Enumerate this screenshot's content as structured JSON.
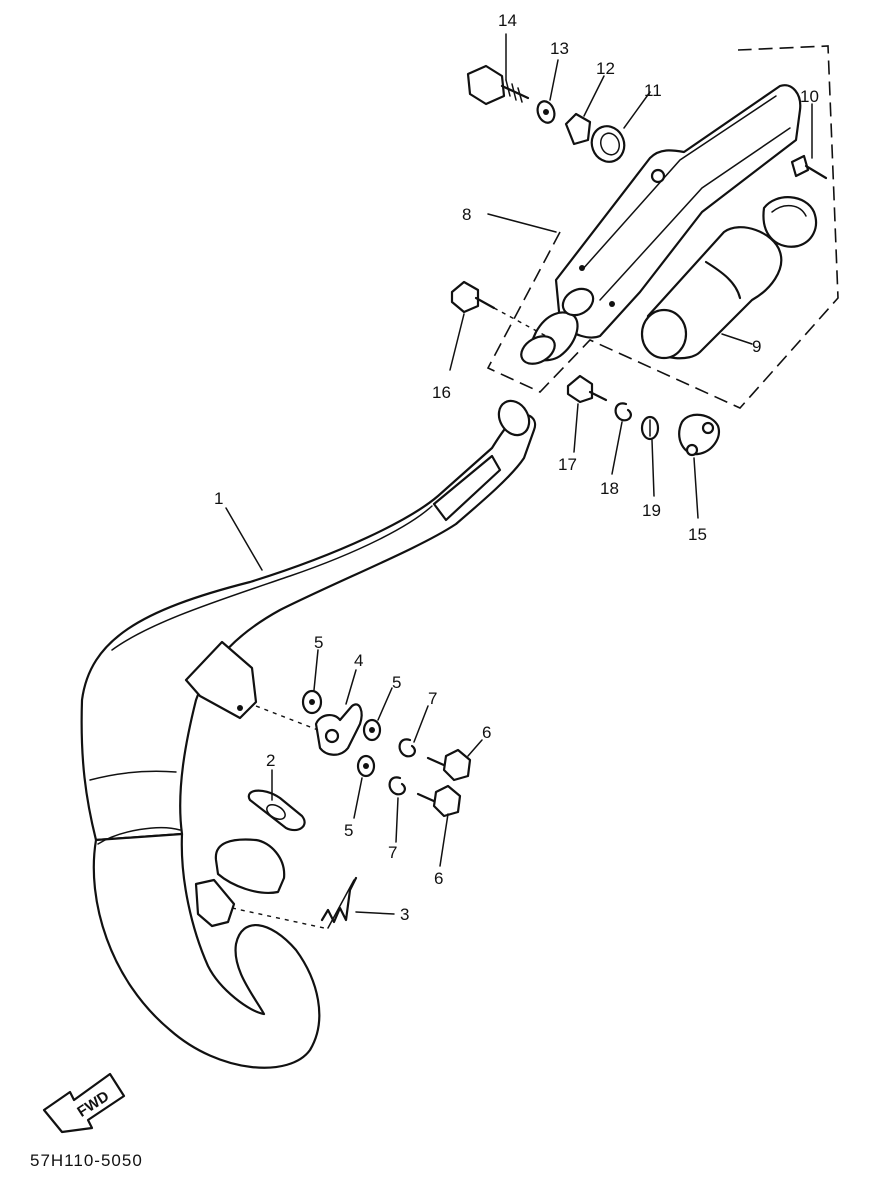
{
  "diagram": {
    "part_numbers": [
      "1",
      "2",
      "3",
      "4",
      "5",
      "5",
      "5",
      "6",
      "6",
      "7",
      "7",
      "8",
      "9",
      "10",
      "11",
      "12",
      "13",
      "14",
      "15",
      "16",
      "17",
      "18",
      "19"
    ],
    "fwd_label": "FWD",
    "code": "57H110-5050"
  }
}
